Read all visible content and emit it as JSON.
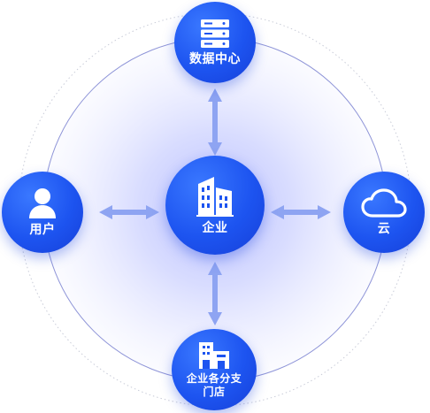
{
  "diagram": {
    "center": {
      "label": "企业",
      "icon": "office-building-icon"
    },
    "nodes": {
      "datacenter": {
        "label": "数据中心",
        "icon": "server-rack-icon"
      },
      "user": {
        "label": "用户",
        "icon": "user-icon"
      },
      "cloud": {
        "label": "云",
        "icon": "cloud-icon"
      },
      "branch": {
        "label": "企业各分支门店",
        "icon": "storefront-building-icon"
      }
    },
    "connections": [
      {
        "from": "center",
        "to": "datacenter",
        "type": "bidirectional"
      },
      {
        "from": "center",
        "to": "user",
        "type": "bidirectional"
      },
      {
        "from": "center",
        "to": "cloud",
        "type": "bidirectional"
      },
      {
        "from": "center",
        "to": "branch",
        "type": "bidirectional"
      }
    ],
    "colors": {
      "node": "#1d54f0",
      "halo": "#b9c2ff",
      "arrow": "#8ea4f2",
      "ring": "#8f95d8"
    }
  }
}
